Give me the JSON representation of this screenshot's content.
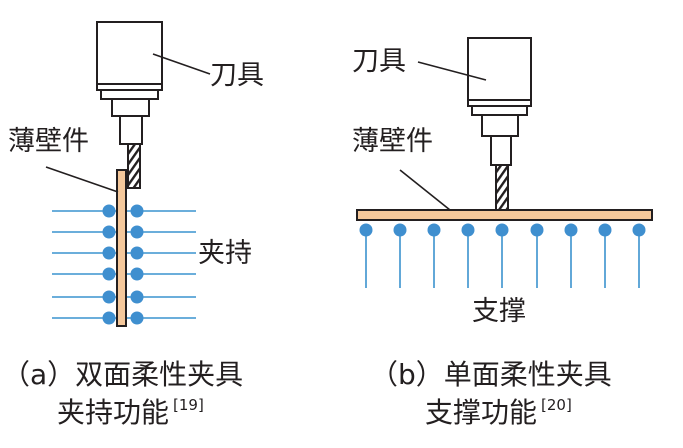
{
  "panel_a": {
    "tool_label": "刀具",
    "workpiece_label": "薄壁件",
    "fixture_label": "夹持",
    "caption_line1": "（a）双面柔性夹具",
    "caption_line2": "夹持功能",
    "caption_ref": "[19]"
  },
  "panel_b": {
    "tool_label": "刀具",
    "workpiece_label": "薄壁件",
    "fixture_label": "支撑",
    "caption_line1": "（b）单面柔性夹具",
    "caption_line2": "支撑功能",
    "caption_ref": "[20]"
  },
  "colors": {
    "workpiece_fill": "#f5c89b",
    "fixture_line": "#3a93cf",
    "fixture_dot": "#3f8fcf",
    "outline": "#231f20"
  }
}
